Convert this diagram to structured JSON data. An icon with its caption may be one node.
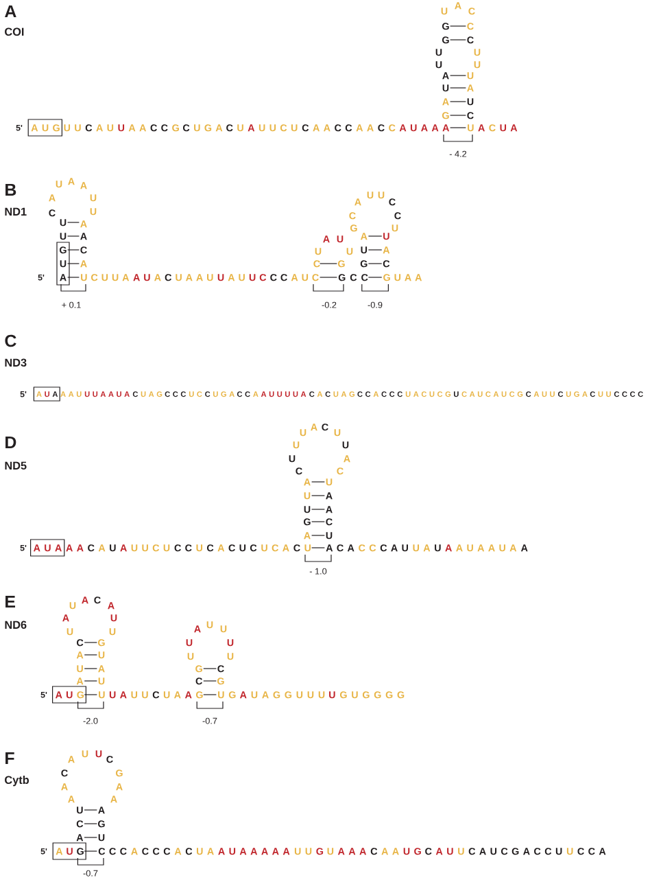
{
  "diagram": {
    "labels": [
      "A",
      "COI",
      "U",
      "A",
      "C",
      "G",
      "C",
      "G",
      "C",
      "U",
      "U",
      "U",
      "U",
      "A",
      "U",
      "U",
      "A",
      "A",
      "U",
      "G",
      "C",
      "5'",
      "A U G",
      "U U",
      "C",
      "A U",
      "U",
      "A A",
      "C C",
      "G",
      "C",
      "U G A",
      "C",
      "U",
      "A",
      "U U C U",
      "C",
      "A A",
      "C C",
      "A A",
      "C",
      "C",
      "A U A A A",
      "U",
      "A",
      "C",
      "U A",
      "- 4.2",
      "B",
      "ND1",
      "U",
      "A",
      "A",
      "A",
      "U",
      "C",
      "U",
      "U",
      "A",
      "U",
      "A",
      "G",
      "C",
      "U",
      "A",
      "A",
      "A",
      "U",
      "U",
      "U",
      "C",
      "G",
      "U",
      "U",
      "A",
      "C",
      "C",
      "C",
      "G",
      "U",
      "A",
      "U",
      "U",
      "A",
      "G",
      "C",
      "5'",
      "U C U U A",
      "A U",
      "A",
      "C",
      "U A A U",
      "U",
      "A U",
      "U C",
      "C C",
      "A U C",
      "G C C",
      "G U A A",
      "+ 0.1",
      "-0.2",
      "-0.9",
      "C",
      "ND3",
      "5'",
      "A",
      "U",
      "A",
      "A A U",
      "U U A A U A",
      "C",
      "U A G",
      "C C C",
      "U C",
      "C",
      "U G A",
      "C C",
      "A",
      "A U U U U A",
      "C",
      "A",
      "C",
      "U A G",
      "C C",
      "A",
      "C C C",
      "U A C U C G",
      "U",
      "C A U C A U C G",
      "C",
      "A U U",
      "C",
      "U G A",
      "C",
      "U U",
      "C C C C",
      "D",
      "ND5",
      "U",
      "A",
      "C",
      "U",
      "U",
      "U",
      "U",
      "A",
      "C",
      "C",
      "A",
      "U",
      "U",
      "A",
      "U",
      "A",
      "G",
      "C",
      "A",
      "U",
      "5'",
      "A U A",
      "A A",
      "C",
      "A",
      "U",
      "A",
      "U U C U",
      "C C",
      "U",
      "C",
      "A",
      "C U C",
      "U C A",
      "C",
      "U",
      "A C A",
      "C C",
      "C A U",
      "U A",
      "U",
      "A",
      "A U A A U A",
      "A",
      "- 1.0",
      "E",
      "ND6",
      "U",
      "A",
      "C",
      "A",
      "A",
      "U",
      "U",
      "U",
      "C",
      "G",
      "A",
      "U",
      "U",
      "A",
      "A",
      "U",
      "A",
      "U",
      "U",
      "U",
      "U",
      "U",
      "U",
      "G",
      "C",
      "C",
      "G",
      "5'",
      "A U",
      "G",
      "U",
      "U A",
      "U U",
      "C",
      "U A",
      "A",
      "G",
      "U G",
      "A",
      "U A G G U U U",
      "U",
      "G U G G G G",
      "-2.0",
      "-0.7",
      "F",
      "Cytb",
      "A",
      "U",
      "U",
      "C",
      "C",
      "G",
      "A",
      "A",
      "A",
      "A",
      "U",
      "A",
      "C",
      "G",
      "A",
      "U",
      "5'",
      "A",
      "U",
      "G",
      "C C C",
      "A",
      "C C C",
      "A",
      "C",
      "U A",
      "A U A A A A A",
      "U U",
      "G",
      "U",
      "A A A",
      "C",
      "A A",
      "U G",
      "C",
      "A U",
      "U",
      "C A U C G A C C U",
      "U",
      "C C A",
      "-0.7"
    ]
  }
}
